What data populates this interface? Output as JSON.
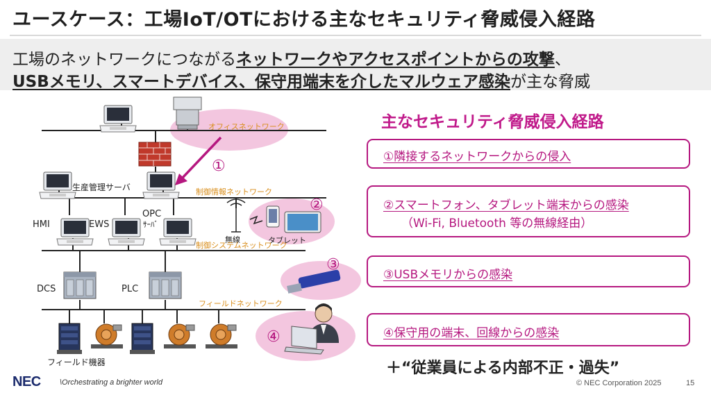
{
  "title": "ユースケース：工場IoT/OTにおける主なセキュリティ脅威侵入経路",
  "subtitle": {
    "line1_pre": "工場のネットワークにつながる",
    "line1_emph": "ネットワークやアクセスポイントからの攻撃",
    "line1_post": "、",
    "line2_emph": "USBメモリ、スマートデバイス、保守用端末を介したマルウェア感染",
    "line2_post": "が主な脅威"
  },
  "diagram": {
    "office_network": "オフィスネットワーク",
    "production_server": "生産管理サーバ",
    "control_info_network": "制御情報ネットワーク",
    "hmi": "HMI",
    "ews": "EWS",
    "opc_line1": "OPC",
    "opc_line2": "ｻｰﾊﾞ",
    "wireless": "無線",
    "tablet": "タブレット",
    "control_system_network": "制御システムネットワーク",
    "dcs": "DCS",
    "plc": "PLC",
    "field_network": "フィールドネットワーク",
    "field_devices": "フィールド機器",
    "marker_1": "①",
    "marker_2": "②",
    "marker_3": "③",
    "marker_4": "④"
  },
  "panel": {
    "heading": "主なセキュリティ脅威侵入経路",
    "routes": [
      {
        "text": "①隣接するネットワークからの侵入"
      },
      {
        "text": "②スマートフォン、タブレット端末からの感染",
        "sub": "（Wi-Fi, Bluetooth 等の無線経由）"
      },
      {
        "text": "③USBメモリからの感染"
      },
      {
        "text": "④保守用の端末、回線からの感染"
      }
    ],
    "insider": "＋“従業員による内部不正・過失”"
  },
  "footer": {
    "logo": "NEC",
    "tagline": "\\Orchestrating a brighter world",
    "copyright": "© NEC Corporation 2025",
    "page": "15"
  },
  "colors": {
    "accent": "#b5177f",
    "heading": "#c0198a",
    "network_label": "#d98f1e",
    "threat_bubble": "#f3c6df"
  }
}
